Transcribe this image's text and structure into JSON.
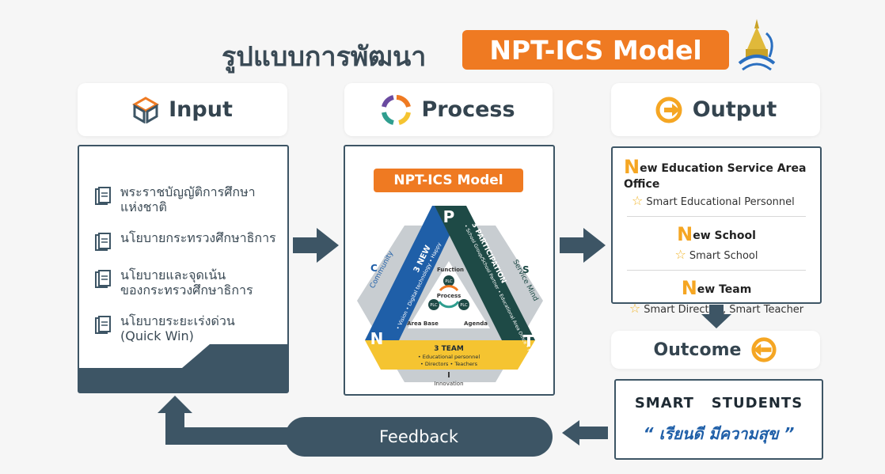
{
  "title": {
    "thai": "รูปแบบการพัฒนา",
    "model": "NPT-ICS Model"
  },
  "columns": {
    "input": {
      "label": "Input"
    },
    "process": {
      "label": "Process"
    },
    "output": {
      "label": "Output"
    }
  },
  "input_items": [
    {
      "line1": "พระราชบัญญัติการศึกษา",
      "line2": "แห่งชาติ"
    },
    {
      "line1": "นโยบายกระทรวงศึกษาธิการ",
      "line2": ""
    },
    {
      "line1": "นโยบายและจุดเน้น",
      "line2": "ของกระทรวงศึกษาธิการ"
    },
    {
      "line1": "นโยบายระยะเร่งด่วน",
      "line2": "(Quick Win)"
    }
  ],
  "process_model": {
    "badge": "NPT-ICS Model",
    "letters": {
      "p": "P",
      "n": "N",
      "t": "T",
      "c": "C",
      "s": "S",
      "i": "I"
    },
    "c_label": "Community",
    "s_label": "Service Mind",
    "i_label": "Innovation",
    "new_title": "3 NEW",
    "new_items": "• Vision • Digital technology • Happy",
    "part_title": "3 PARTICIPATION",
    "part_items": "• School Group/School Partner • Educational Area Office • Professional",
    "team_title": "3 TEAM",
    "team_line1": "• Educational personnel",
    "team_line2": "• Directors   • Teachers",
    "function": "Function",
    "area_base": "Area Base",
    "agenda": "Agenda",
    "plc": "PLC",
    "process": "Process"
  },
  "output_items": [
    {
      "big": "N",
      "title": "ew Education Service Area Office",
      "sub": "Smart Educational Personnel"
    },
    {
      "big": "N",
      "title": "ew  School",
      "sub": "Smart School"
    },
    {
      "big": "N",
      "title": "ew  Team",
      "sub": "Smart Director , Smart Teacher"
    }
  ],
  "outcome": {
    "label": "Outcome"
  },
  "students": {
    "title": "SMART   STUDENTS",
    "slogan": "“ เรียนดี มีความสุข ”"
  },
  "feedback": {
    "label": "Feedback"
  },
  "colors": {
    "orange": "#ef7a22",
    "navy": "#3d5565",
    "blue": "#1f5fa8",
    "yellow": "#f5c431",
    "teal": "#1e4a46",
    "gray": "#8c9499"
  }
}
